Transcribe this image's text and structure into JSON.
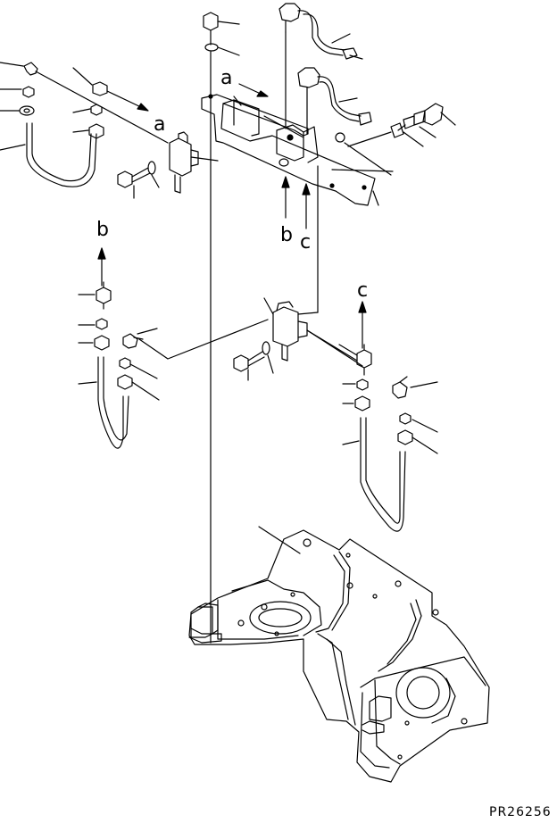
{
  "labels": {
    "a_upper": "a",
    "a_left": "a",
    "b_top": "b",
    "c_top": "c",
    "b_left": "b",
    "c_right": "c"
  },
  "drawing_code": "PR26256"
}
